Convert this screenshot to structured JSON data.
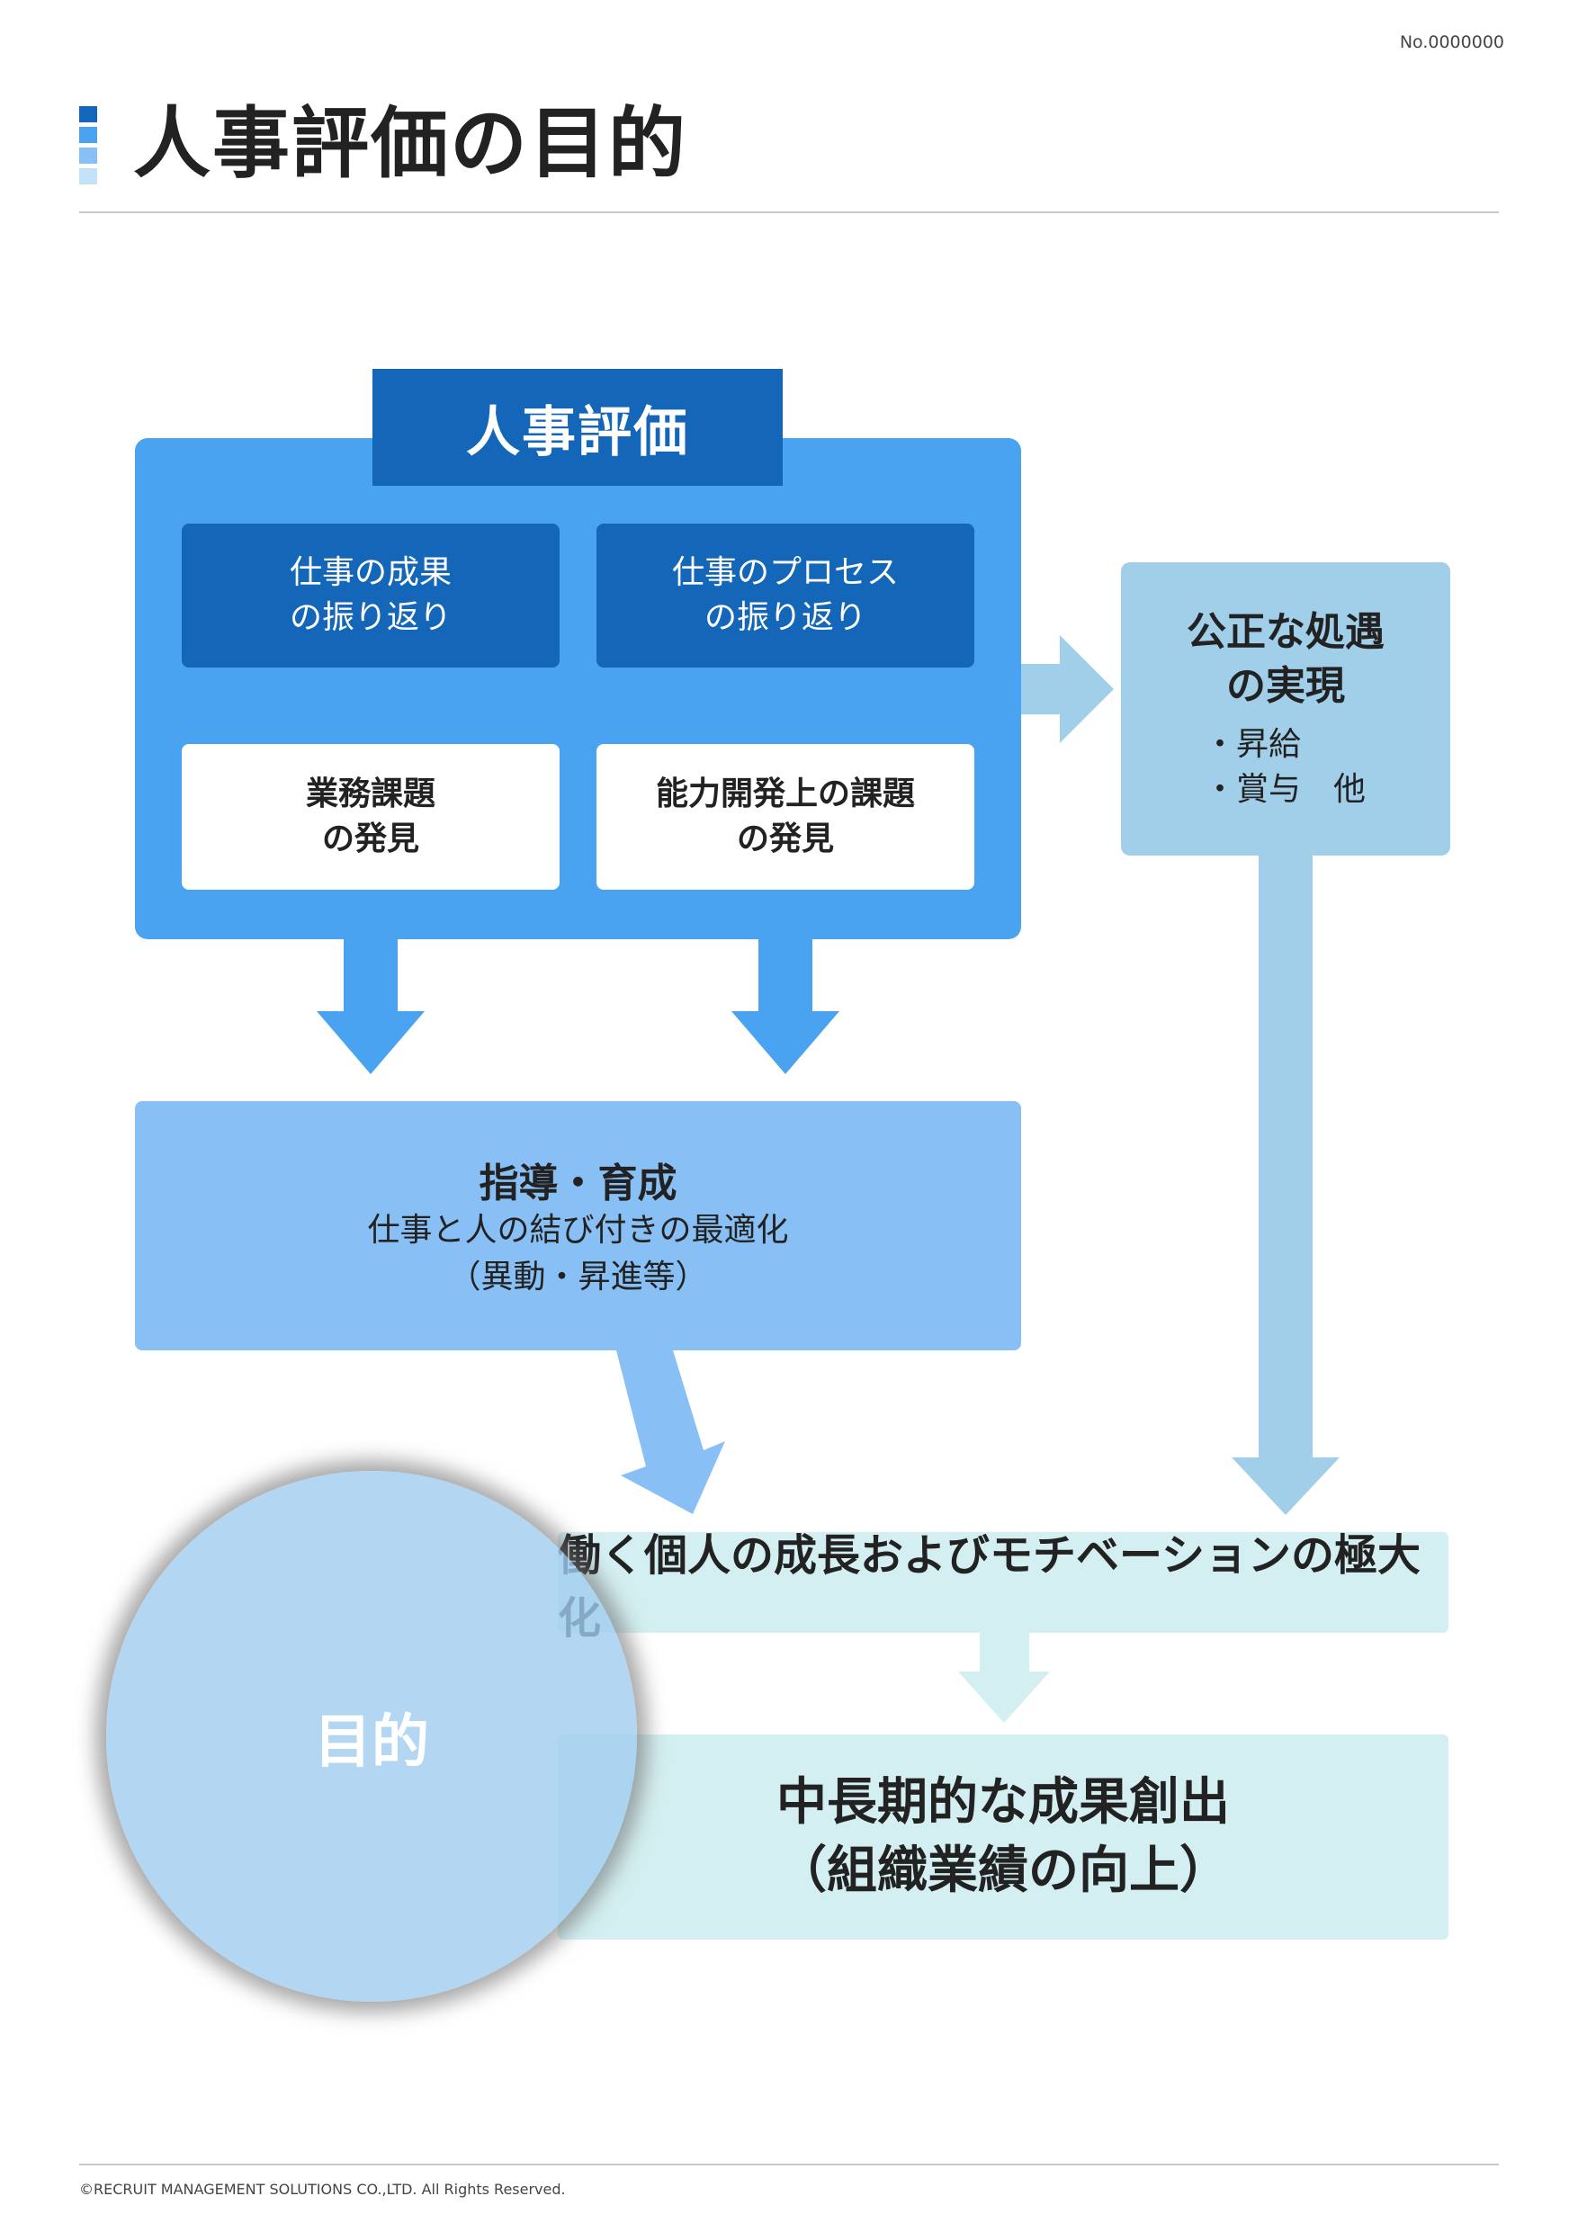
{
  "doc_number": "No.0000000",
  "title": "人事評価の目的",
  "footer": "©RECRUIT MANAGEMENT SOLUTIONS CO.,LTD. All Rights Reserved.",
  "colors": {
    "dark_blue": "#1466b8",
    "mid_blue": "#4aa3f0",
    "light_blue": "#88c0f5",
    "pale_blue": "#a1cfe9",
    "pale_cyan": "#d4eff1"
  },
  "diagram": {
    "hr_label": "人事評価",
    "results_review": {
      "line1": "仕事の成果",
      "line2": "の振り返り"
    },
    "process_review": {
      "line1": "仕事のプロセス",
      "line2": "の振り返り"
    },
    "task_discovery": {
      "line1": "業務課題",
      "line2": "の発見"
    },
    "ability_discovery": {
      "line1": "能力開発上の課題",
      "line2": "の発見"
    },
    "fair_treatment": {
      "title1": "公正な処遇",
      "title2": "の実現",
      "item1": "・昇給",
      "item2": "・賞与　他"
    },
    "guidance": {
      "title": "指導・育成",
      "line1": "仕事と人の結び付きの最適化",
      "line2": "（異動・昇進等）"
    },
    "growth": "働く個人の成長およびモチベーションの極大化",
    "outcome": {
      "line1": "中長期的な成果創出",
      "line2": "（組織業績の向上）"
    },
    "purpose_label": "目的"
  }
}
